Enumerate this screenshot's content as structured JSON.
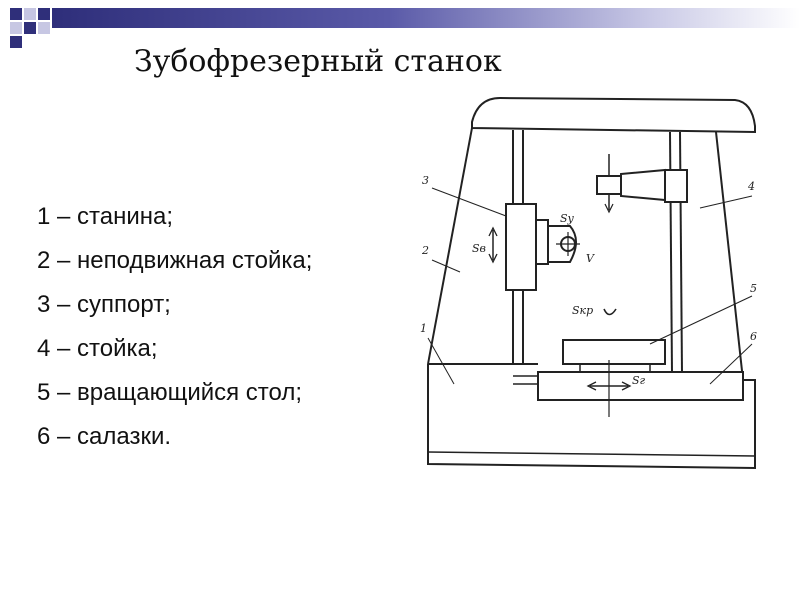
{
  "slide": {
    "title": "Зубофрезерный станок",
    "legend": [
      "1 – станина;",
      "2 – неподвижная стойка;",
      "3 – суппорт;",
      "4 – стойка;",
      "5 – вращающийся стол;",
      "6 – салазки."
    ]
  },
  "diagram": {
    "labels": {
      "n1": "1",
      "n2": "2",
      "n3": "3",
      "n4": "4",
      "n5": "5",
      "n6": "6",
      "sy": "Sу",
      "sv": "Sв",
      "v": "V",
      "skr": "Sкр",
      "sg": "Sг"
    }
  }
}
